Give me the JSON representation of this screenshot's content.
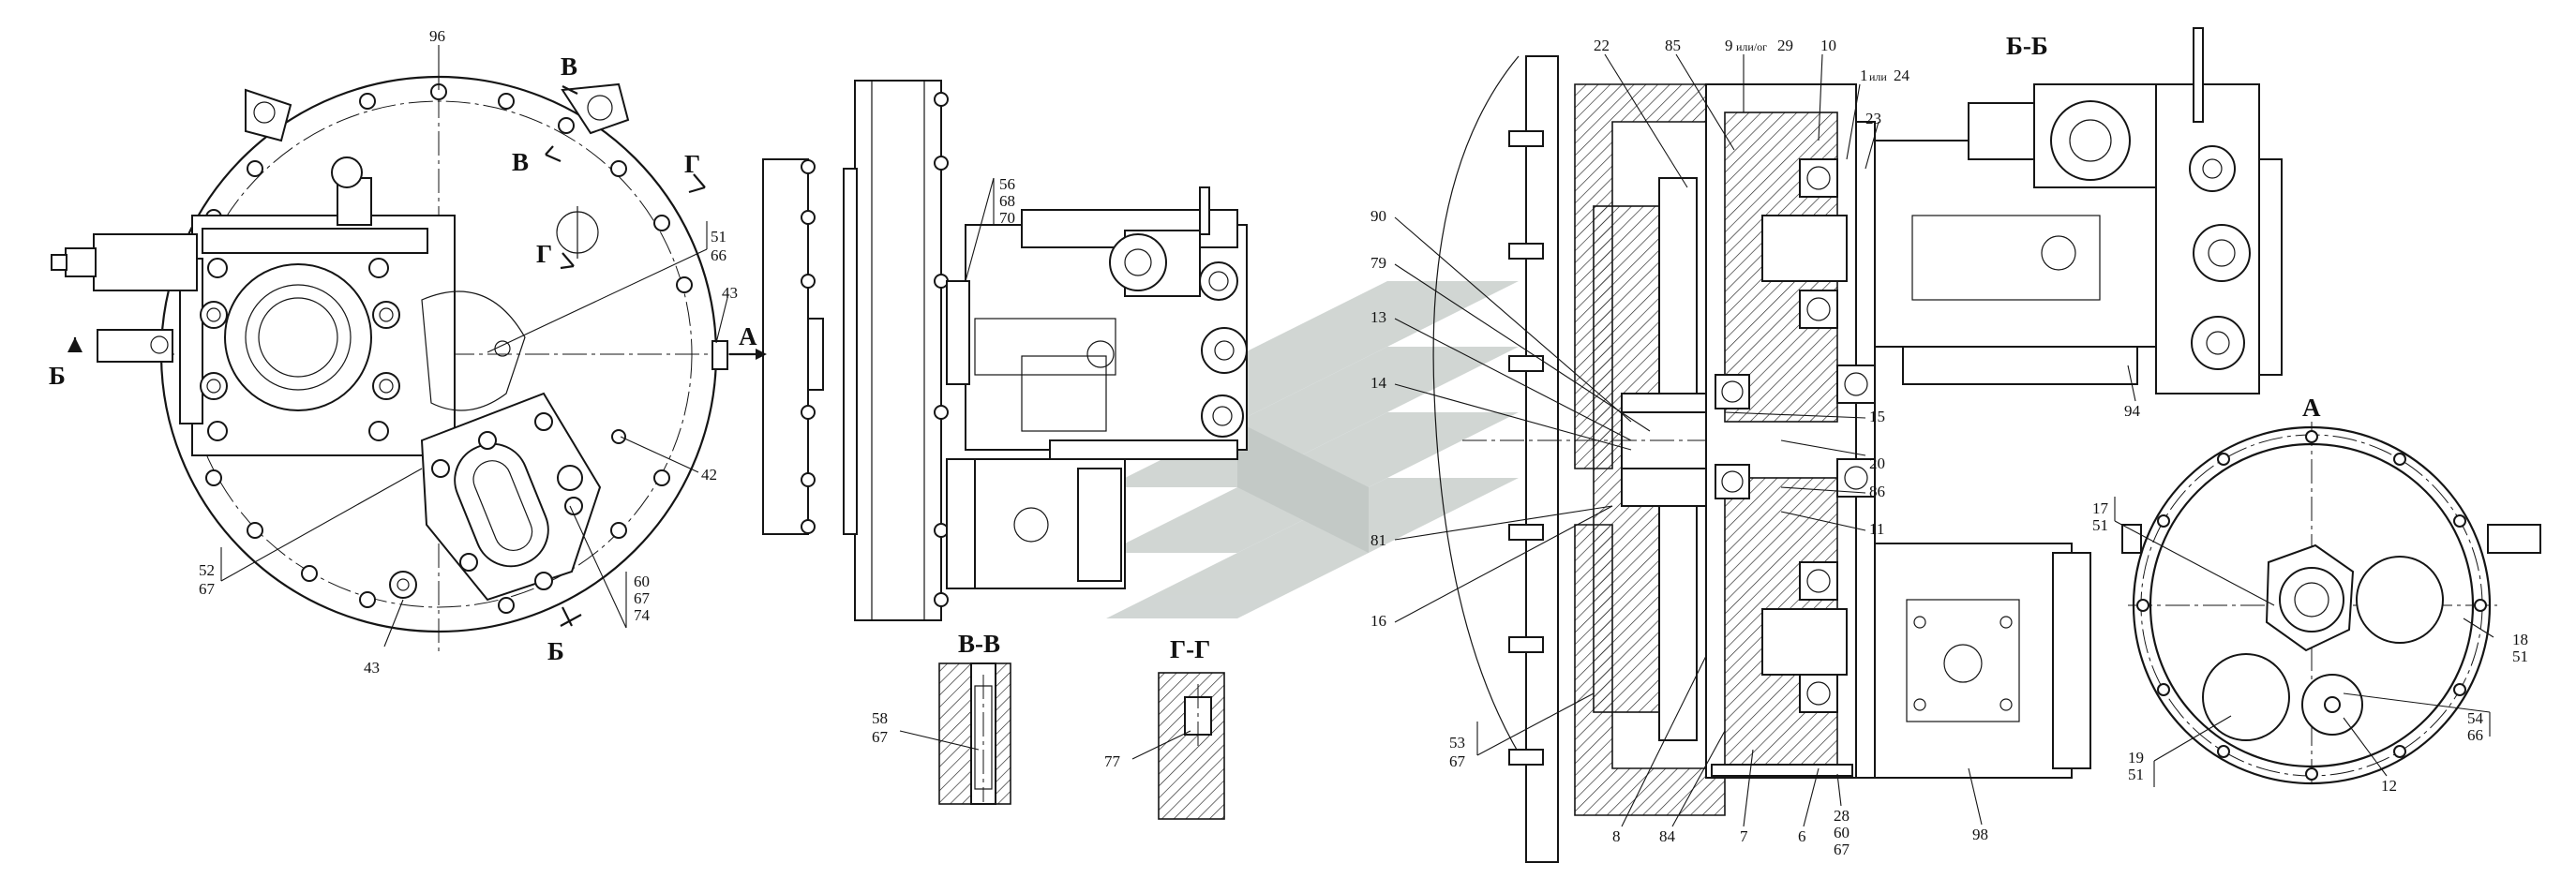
{
  "watermark": {
    "color": "#c9cfcc"
  },
  "views": {
    "front": {
      "labels": [
        "96",
        "В",
        "В",
        "Г",
        "Г",
        "51",
        "66",
        "43",
        "Б",
        "Б",
        "52",
        "67",
        "43",
        "42",
        "60",
        "67",
        "74"
      ]
    },
    "side": {
      "labels": [
        "А",
        "56",
        "68",
        "70"
      ]
    },
    "bb": {
      "title": "Б-Б",
      "labels": [
        "22",
        "85",
        "9",
        "или/ог",
        "29",
        "10",
        "1",
        "или",
        "24",
        "23",
        "90",
        "79",
        "13",
        "14",
        "15",
        "20",
        "86",
        "11",
        "81",
        "16",
        "53",
        "67",
        "8",
        "84",
        "7",
        "6",
        "28",
        "60",
        "67",
        "98",
        "94"
      ]
    },
    "vv": {
      "title": "В-В",
      "labels": [
        "58",
        "67"
      ]
    },
    "gg": {
      "title": "Г-Г",
      "labels": [
        "77"
      ]
    },
    "a": {
      "title": "А",
      "labels": [
        "17",
        "51",
        "18",
        "51",
        "54",
        "66",
        "19",
        "51",
        "12"
      ]
    }
  }
}
